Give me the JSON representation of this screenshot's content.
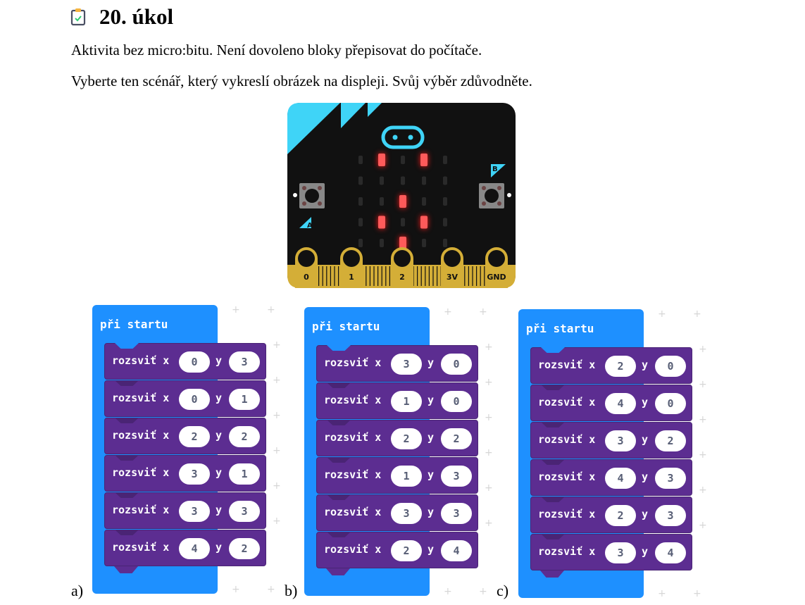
{
  "header": {
    "icon": "clipboard-check-icon",
    "title": "20. úkol"
  },
  "instructions": [
    "Aktivita bez micro:bitu. Není dovoleno bloky přepisovat do počítače.",
    "Vyberte ten scénář, který vykreslí obrázek na displeji. Svůj výběr zdůvodněte."
  ],
  "microbit": {
    "button_a": "A",
    "button_b": "B",
    "pins": [
      "0",
      "1",
      "2",
      "3V",
      "GND"
    ],
    "lit_leds": [
      [
        1,
        0
      ],
      [
        3,
        0
      ],
      [
        2,
        2
      ],
      [
        1,
        3
      ],
      [
        3,
        3
      ],
      [
        2,
        4
      ]
    ],
    "colors": {
      "board": "#111111",
      "accent": "#3fd4f7",
      "gold": "#d4ae37",
      "led_on": "#ff3b3b",
      "led_off": "#2a2a2a"
    }
  },
  "options": [
    {
      "label": "a)",
      "hat": "při startu",
      "blocks": [
        {
          "text": "rozsviť x",
          "x": "0",
          "y_label": "y",
          "y": "3"
        },
        {
          "text": "rozsviť x",
          "x": "0",
          "y_label": "y",
          "y": "1"
        },
        {
          "text": "rozsviť x",
          "x": "2",
          "y_label": "y",
          "y": "2"
        },
        {
          "text": "rozsviť x",
          "x": "3",
          "y_label": "y",
          "y": "1"
        },
        {
          "text": "rozsviť x",
          "x": "3",
          "y_label": "y",
          "y": "3"
        },
        {
          "text": "rozsviť x",
          "x": "4",
          "y_label": "y",
          "y": "2"
        }
      ]
    },
    {
      "label": "b)",
      "hat": "při startu",
      "blocks": [
        {
          "text": "rozsviť x",
          "x": "3",
          "y_label": "y",
          "y": "0"
        },
        {
          "text": "rozsviť x",
          "x": "1",
          "y_label": "y",
          "y": "0"
        },
        {
          "text": "rozsviť x",
          "x": "2",
          "y_label": "y",
          "y": "2"
        },
        {
          "text": "rozsviť x",
          "x": "1",
          "y_label": "y",
          "y": "3"
        },
        {
          "text": "rozsviť x",
          "x": "3",
          "y_label": "y",
          "y": "3"
        },
        {
          "text": "rozsviť x",
          "x": "2",
          "y_label": "y",
          "y": "4"
        }
      ]
    },
    {
      "label": "c)",
      "hat": "při startu",
      "blocks": [
        {
          "text": "rozsviť x",
          "x": "2",
          "y_label": "y",
          "y": "0"
        },
        {
          "text": "rozsviť x",
          "x": "4",
          "y_label": "y",
          "y": "0"
        },
        {
          "text": "rozsviť x",
          "x": "3",
          "y_label": "y",
          "y": "2"
        },
        {
          "text": "rozsviť x",
          "x": "4",
          "y_label": "y",
          "y": "3"
        },
        {
          "text": "rozsviť x",
          "x": "2",
          "y_label": "y",
          "y": "3"
        },
        {
          "text": "rozsviť x",
          "x": "3",
          "y_label": "y",
          "y": "4"
        }
      ]
    }
  ],
  "colors": {
    "hat_block": "#1e90ff",
    "led_block": "#5c2d91",
    "pill_text": "#575e75"
  }
}
